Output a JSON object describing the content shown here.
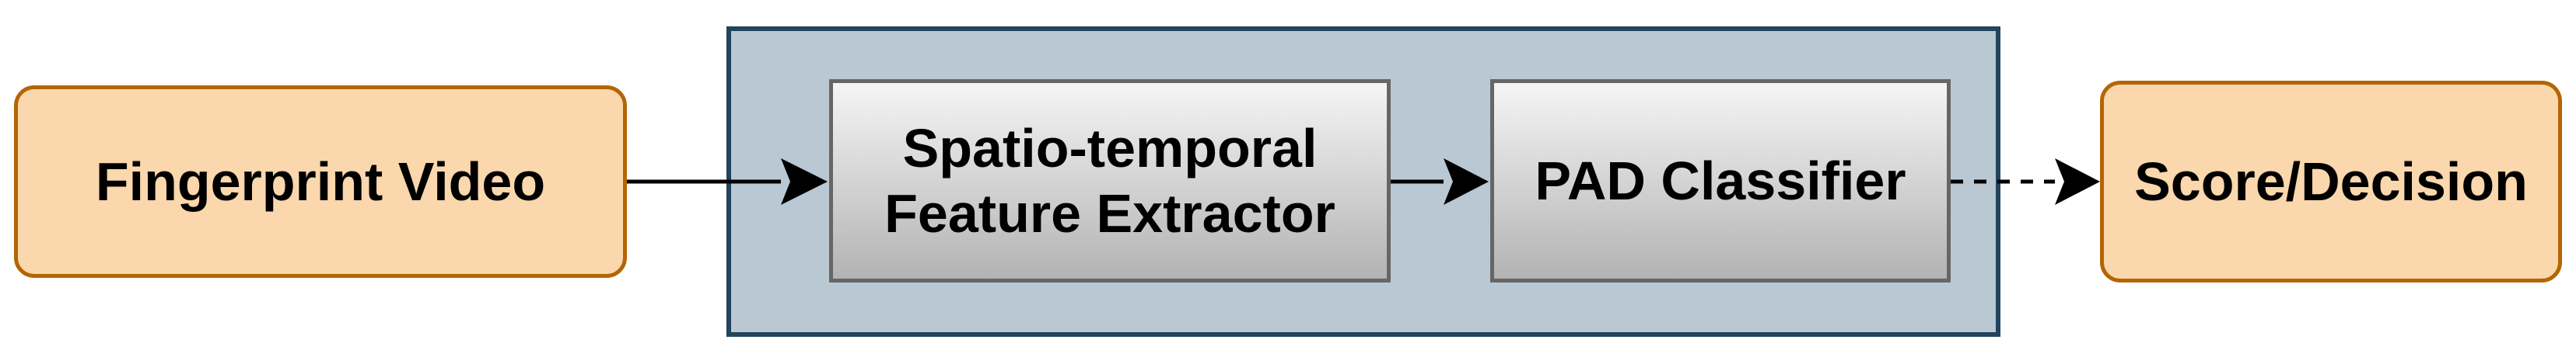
{
  "diagram": {
    "input": "Fingerprint Video",
    "stage1_line1": "Spatio-temporal",
    "stage1_line2": "Feature Extractor",
    "stage2": "PAD Classifier",
    "output": "Score/Decision"
  },
  "colors": {
    "group_fill": "#bac8d3",
    "group_stroke": "#23445d",
    "io_fill": "#fad7ac",
    "io_stroke": "#b46504",
    "stage_gradient_top": "#f5f5f5",
    "stage_gradient_bottom": "#b3b3b3",
    "stage_stroke": "#666666",
    "arrow": "#000000"
  }
}
